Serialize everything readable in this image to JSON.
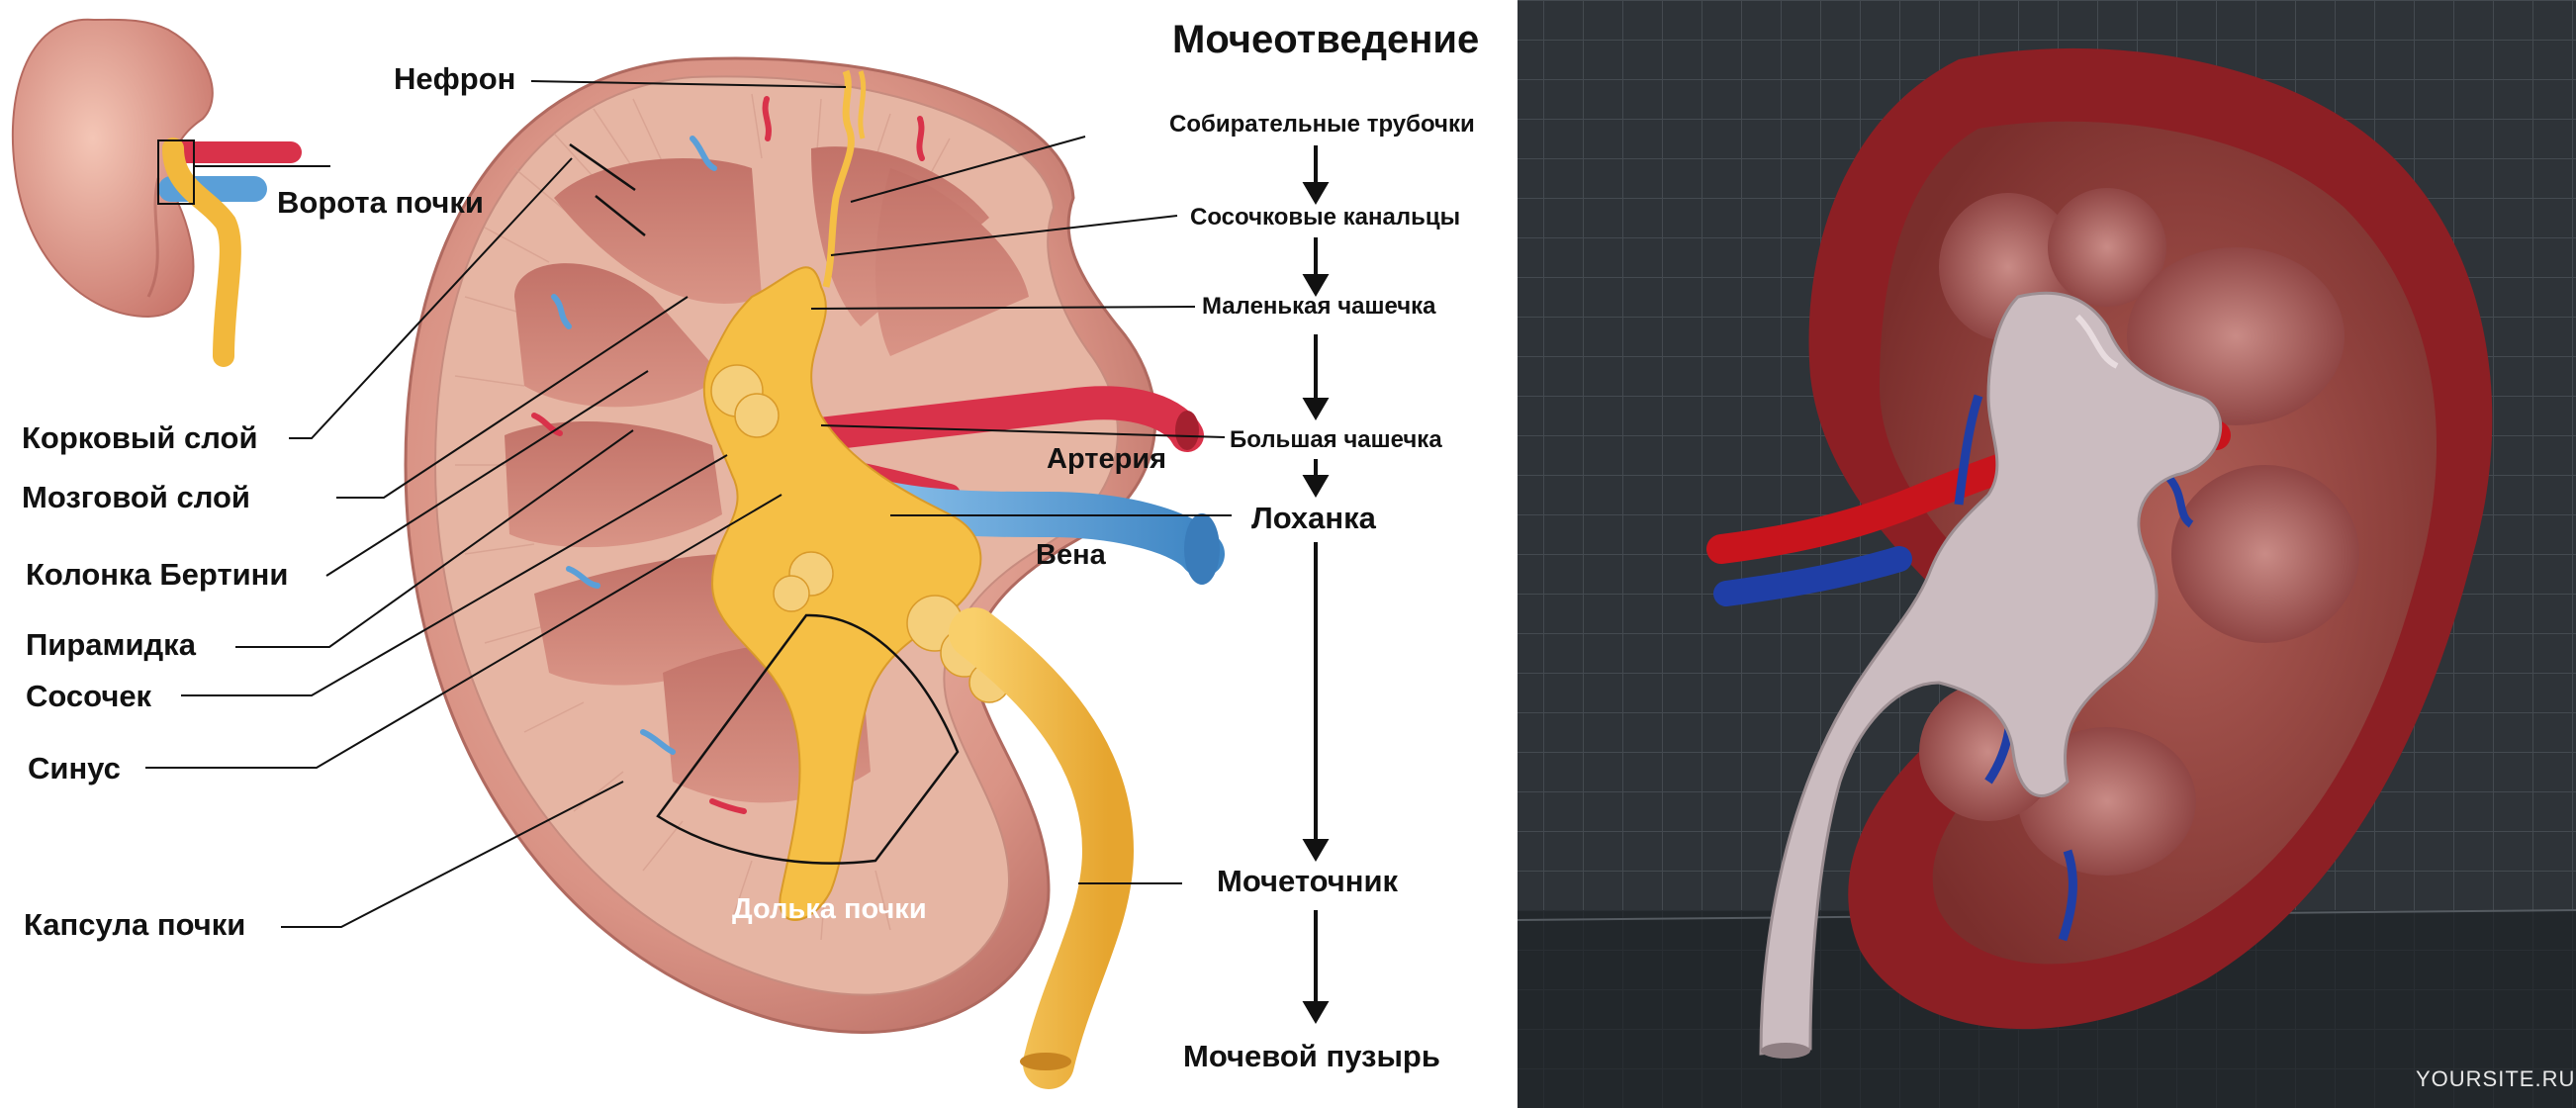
{
  "diagram": {
    "title": "Мочеотведение",
    "flow_steps": [
      "Собирательные трубочки",
      "Сосочковые канальцы",
      "Маленькая чашечка",
      "Большая чашечка",
      "Лоханка",
      "Мочеточник",
      "Мочевой пузырь"
    ],
    "labels": {
      "nephron": "Нефрон",
      "hilum": "Ворота почки",
      "cortex": "Корковый слой",
      "medulla": "Мозговой слой",
      "column": "Колонка Бертини",
      "pyramid": "Пирамидка",
      "papilla": "Сосочек",
      "sinus": "Синус",
      "capsule": "Капсула почки",
      "lobe": "Долька почки",
      "artery": "Артерия",
      "vein": "Вена"
    },
    "watermark": "YOURSITE.RU"
  },
  "colors": {
    "kidney_outer": "#d9968a",
    "cortex": "#e3ab98",
    "medulla": "#c97f74",
    "pelvis": "#f5bf45",
    "artery": "#d9324a",
    "vein": "#5a9fd8",
    "model_bg": "#2c3137",
    "model_capsule": "#8c1f24",
    "model_pelvis": "#c9b9bd"
  }
}
